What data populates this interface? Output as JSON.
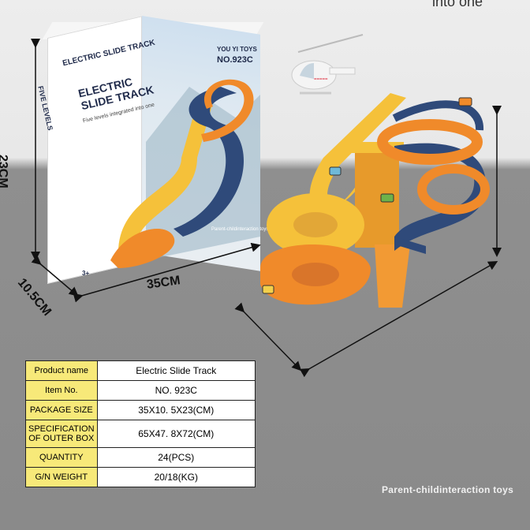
{
  "top_caption": "into one",
  "box": {
    "brand_small": "ELECTRIC SLIDE TRACK",
    "title_line1": "ELECTRIC",
    "title_line2": "SLIDE TRACK",
    "subtitle": "Five levels integrated into one",
    "levels": "FIVE LEVELS",
    "brand": "YOU YI TOYS",
    "model": "NO.923C",
    "tag": "Parent-childinteraction toys",
    "age": "3+"
  },
  "dimensions": {
    "height": "23CM",
    "depth": "10.5CM",
    "width": "35CM"
  },
  "spec_table": [
    {
      "key": "Product name",
      "value": "Electric Slide Track"
    },
    {
      "key": "Item No.",
      "value": "NO. 923C"
    },
    {
      "key": "PACKAGE SIZE",
      "value": "35X10. 5X23(CM)"
    },
    {
      "key": "SPECIFICATION OF OUTER BOX",
      "value": "65X47. 8X72(CM)"
    },
    {
      "key": "QUANTITY",
      "value": "24(PCS)"
    },
    {
      "key": "G/N WEIGHT",
      "value": "20/18(KG)"
    }
  ],
  "bottom_caption": "Parent-childinteraction toys",
  "colors": {
    "track_orange": "#f08a2a",
    "track_yellow": "#f5c13a",
    "track_navy": "#2f4a7a",
    "label_yellow": "#f7e979"
  }
}
